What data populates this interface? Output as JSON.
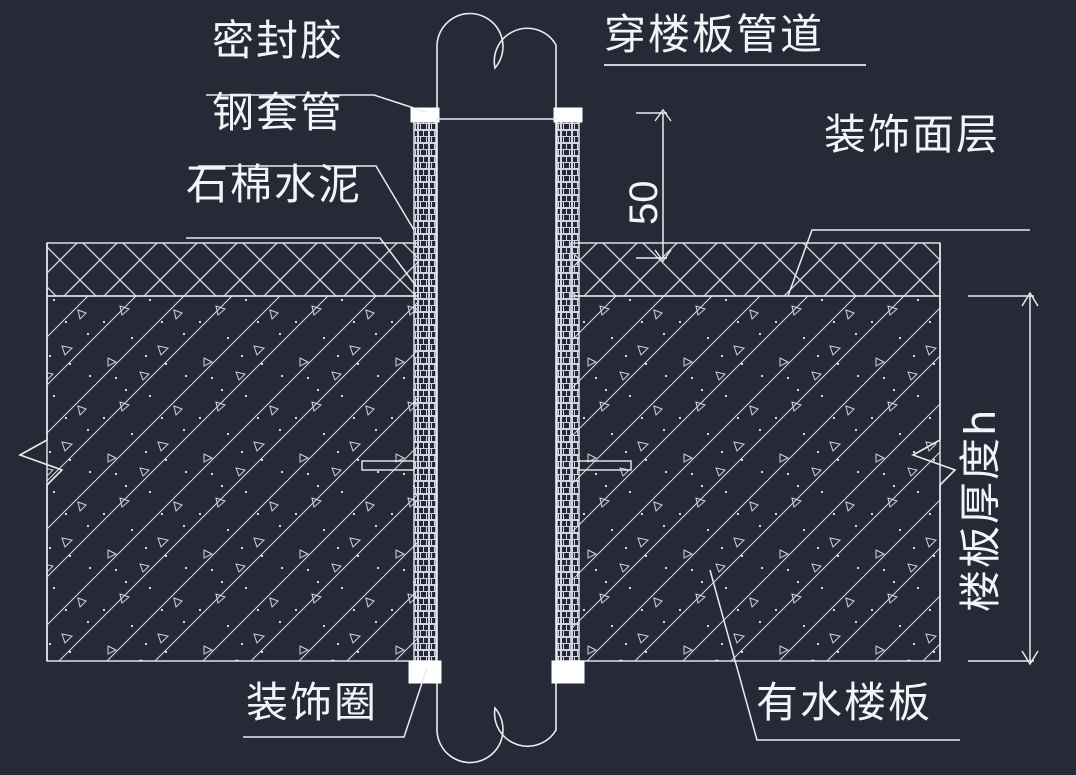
{
  "drawing": {
    "title": "穿楼板管道",
    "background_color": "#252a36",
    "line_color": "#e8ecf2",
    "labels": {
      "sealant": "密封胶",
      "steel_sleeve": "钢套管",
      "asbestos_cement": "石棉水泥",
      "finish_layer": "装饰面层",
      "decorative_ring": "装饰圈",
      "wet_floor_slab": "有水楼板"
    },
    "dimensions": {
      "sleeve_height_above_floor": "50",
      "slab_thickness": "楼板厚度h"
    }
  }
}
